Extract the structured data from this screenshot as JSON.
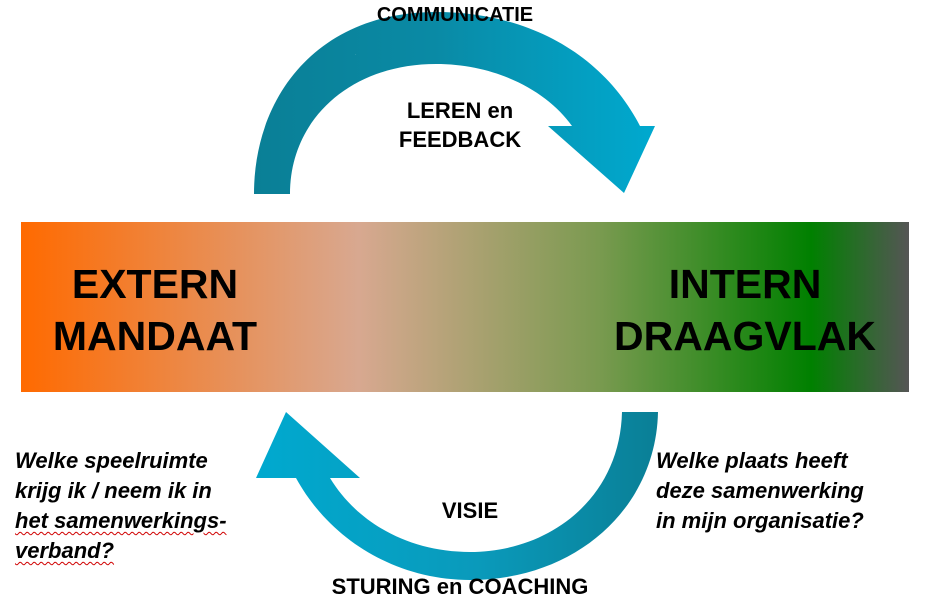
{
  "cycle": {
    "top_label": "COMMUNICATIE",
    "top_inner_lines": [
      "LEREN en",
      "FEEDBACK"
    ],
    "bottom_inner_label": "VISIE",
    "bottom_label": "STURING en COACHING"
  },
  "band": {
    "left_lines": [
      "EXTERN",
      "MANDAAT"
    ],
    "right_lines": [
      "INTERN",
      "DRAAGVLAK"
    ],
    "gradient_colors": [
      "#ff6a00",
      "#d8a890",
      "#7a9a50",
      "#008000",
      "#555555"
    ]
  },
  "questions": {
    "left_lines": [
      "Welke speelruimte",
      "krijg ik / neem ik in",
      "het samenwerkings-",
      "verband?"
    ],
    "right_lines": [
      "Welke plaats heeft",
      "deze samenwerking",
      "in mijn organisatie?"
    ]
  },
  "colors": {
    "arrow_light": "#00a9cf",
    "arrow_dark": "#0a7f96"
  }
}
